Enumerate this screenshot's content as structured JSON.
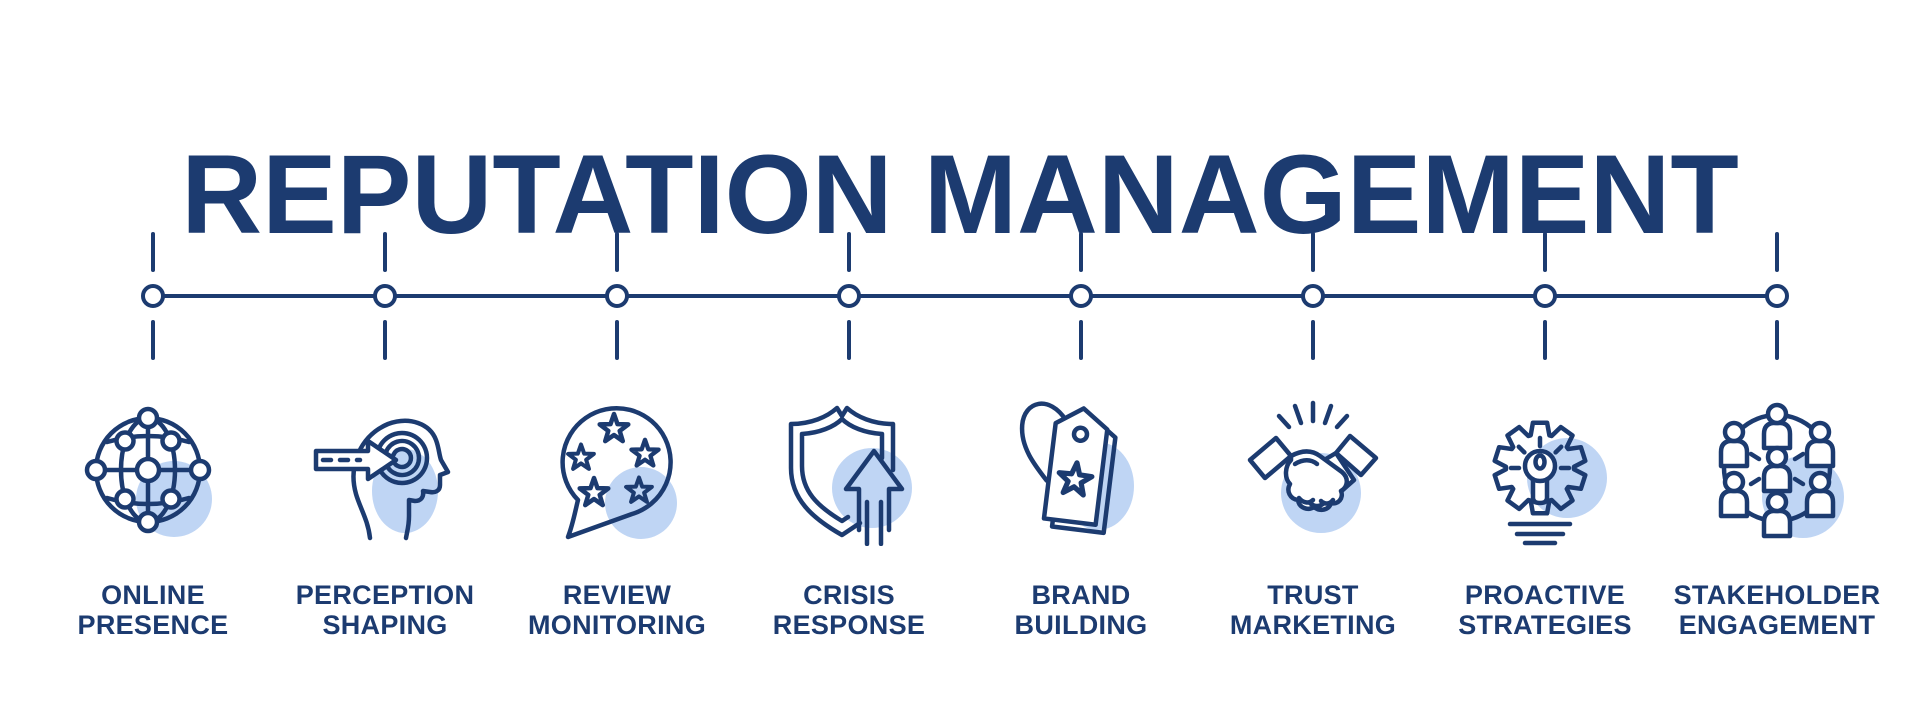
{
  "title": "REPUTATION MANAGEMENT",
  "colors": {
    "navy": "#1c3b70",
    "accent_blue": "#bfd5f4",
    "background": "#ffffff"
  },
  "timeline": {
    "items": [
      {
        "icon": "globe-network-icon",
        "line1": "ONLINE",
        "line2": "PRESENCE"
      },
      {
        "icon": "head-perception-arrow-icon",
        "line1": "PERCEPTION",
        "line2": "SHAPING"
      },
      {
        "icon": "speech-bubble-stars-icon",
        "line1": "REVIEW",
        "line2": "MONITORING"
      },
      {
        "icon": "shield-up-arrow-icon",
        "line1": "CRISIS",
        "line2": "RESPONSE"
      },
      {
        "icon": "price-tag-star-icon",
        "line1": "BRAND",
        "line2": "BUILDING"
      },
      {
        "icon": "handshake-icon",
        "line1": "TRUST",
        "line2": "MARKETING"
      },
      {
        "icon": "gear-lightbulb-icon",
        "line1": "PROACTIVE",
        "line2": "STRATEGIES"
      },
      {
        "icon": "people-network-icon",
        "line1": "STAKEHOLDER",
        "line2": "ENGAGEMENT"
      }
    ]
  }
}
